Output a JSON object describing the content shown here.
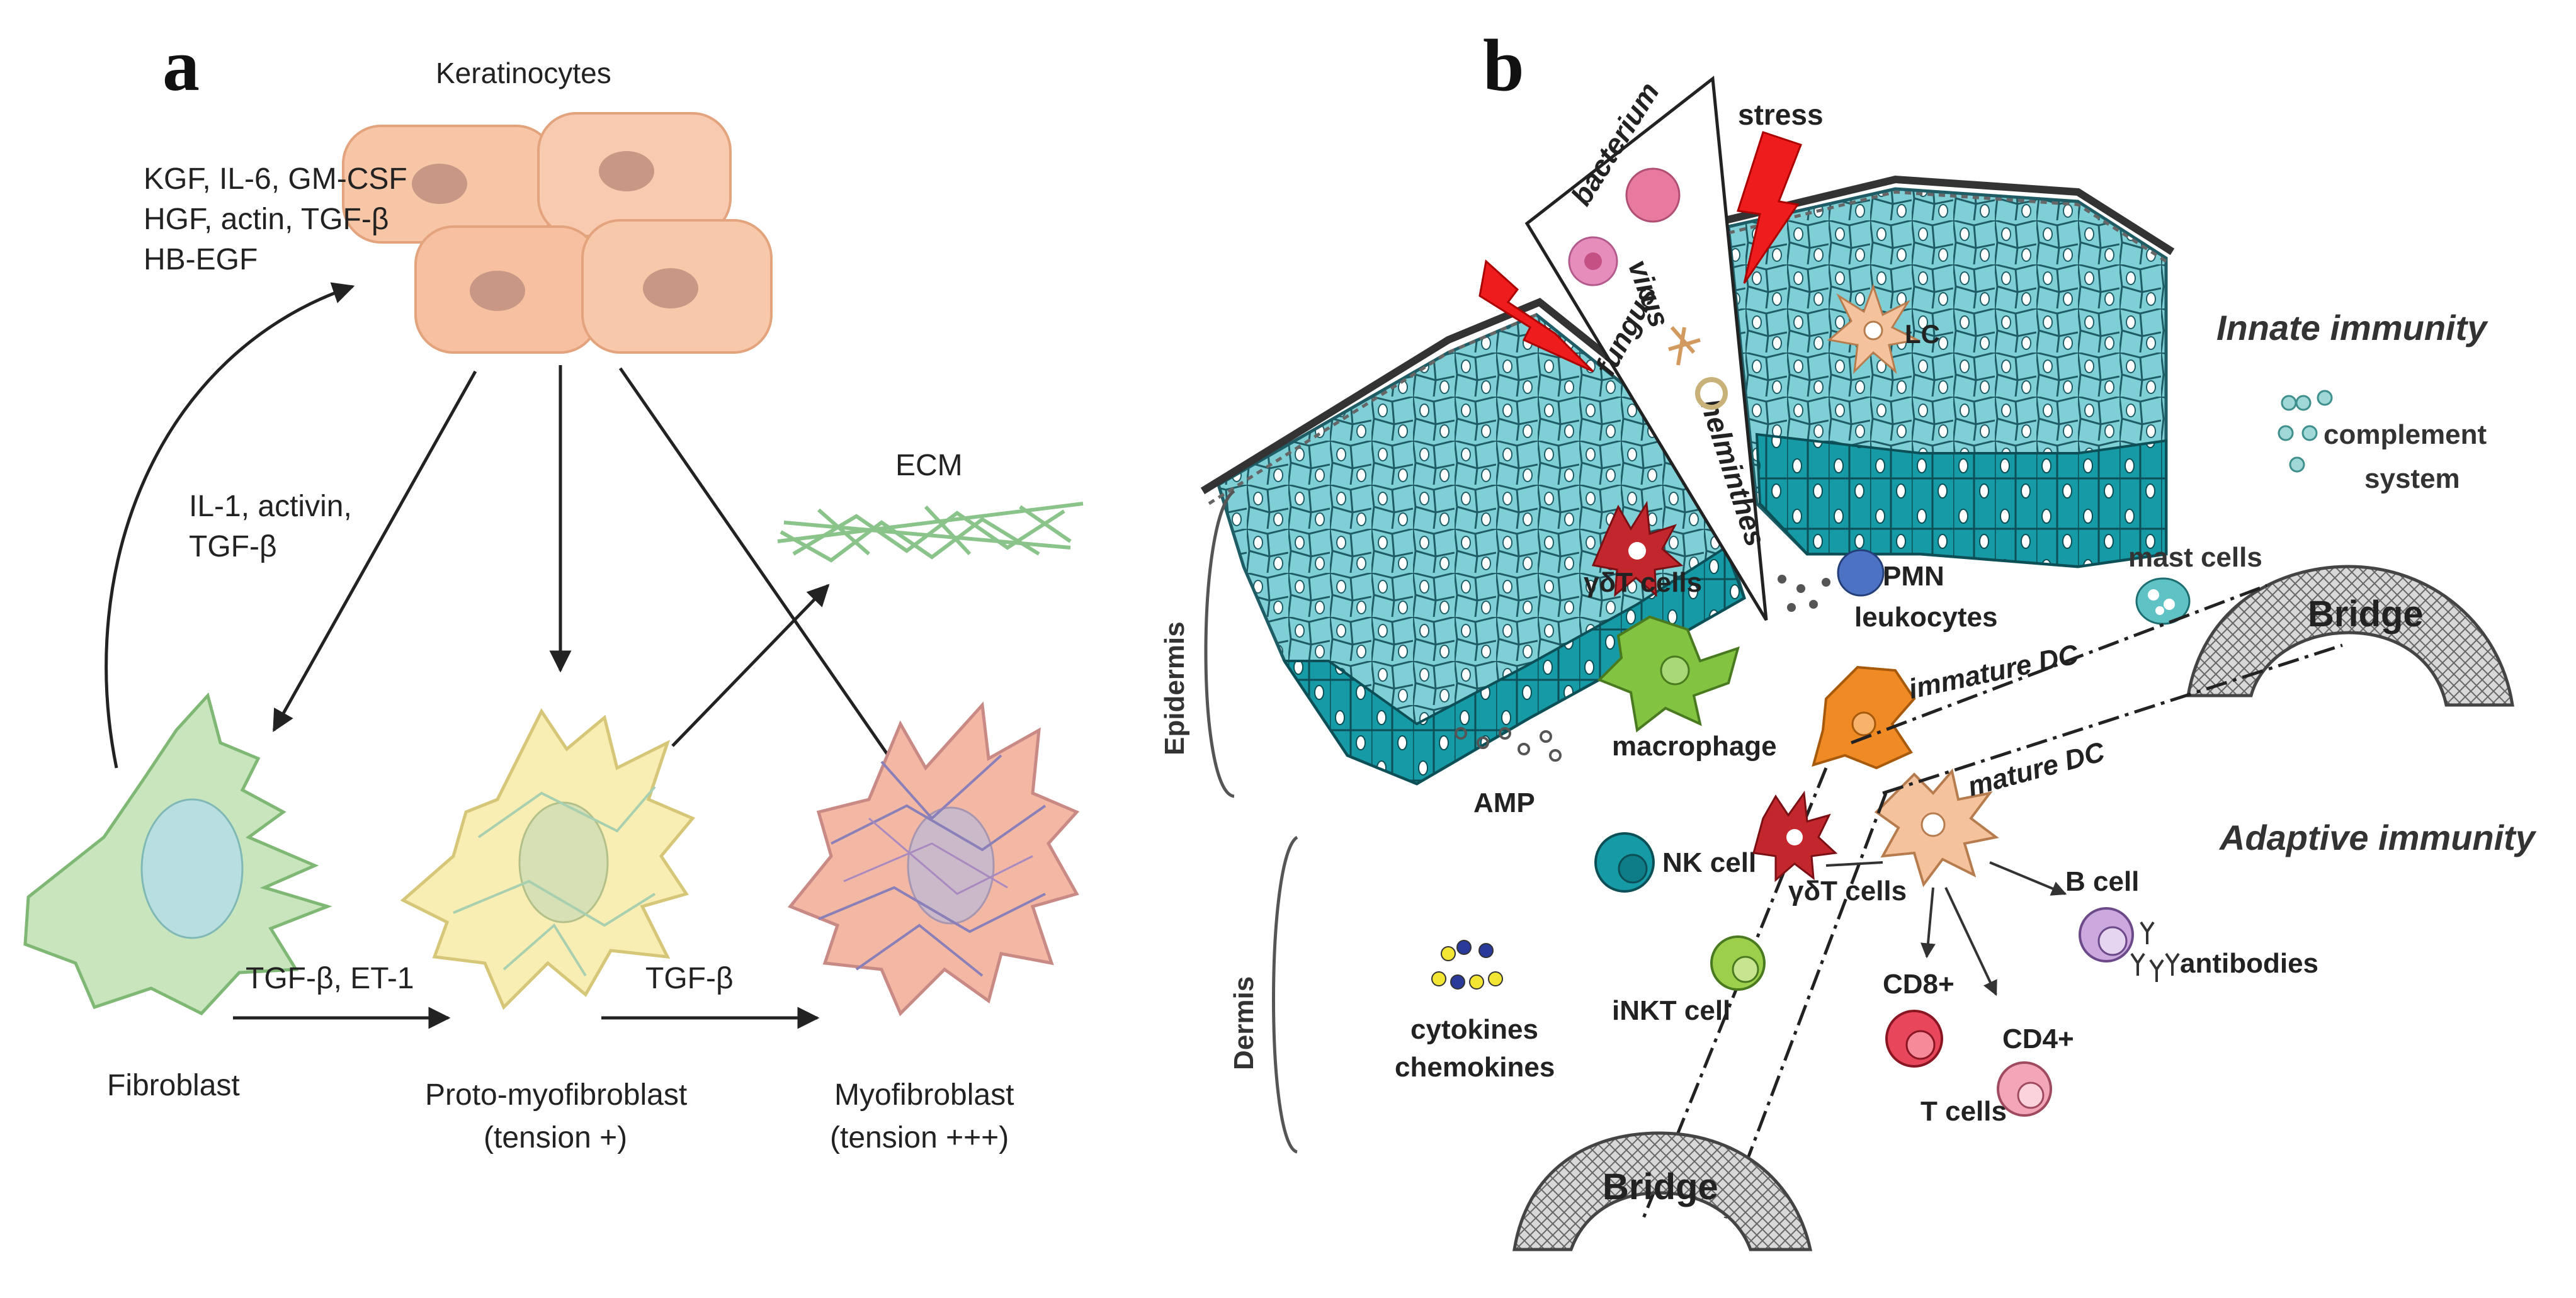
{
  "panel_a": {
    "letter": "a",
    "keratinocytes": "Keratinocytes",
    "kgf_lines": [
      "KGF, IL-6, GM-CSF",
      "HGF, actin, TGF-β",
      "HB-EGF"
    ],
    "il1_lines": [
      "IL-1, activin,",
      "TGF-β"
    ],
    "ecm": "ECM",
    "arrow1": "TGF-β, ET-1",
    "arrow2": "TGF-β",
    "fibroblast": "Fibroblast",
    "proto_lines": [
      "Proto-myofibroblast",
      "(tension +)"
    ],
    "myo_lines": [
      "Myofibroblast",
      "(tension +++)"
    ]
  },
  "panel_b": {
    "letter": "b",
    "stress": "stress",
    "bacterium": "bacterium",
    "virus": "virus",
    "fungus": "fungus",
    "helminthes": "helminthes",
    "lc": "LC",
    "innate": "Innate immunity",
    "complement_lines": [
      "complement",
      "system"
    ],
    "mast": "mast cells",
    "bridge_top": "Bridge",
    "gdt_top": "γδT cells",
    "pmn_lines": [
      "PMN",
      "leukocytes"
    ],
    "immature": "immature DC",
    "mature": "mature DC",
    "macrophage": "macrophage",
    "amp": "AMP",
    "epidermis": "Epidermis",
    "dermis": "Dermis",
    "adaptive": "Adaptive immunity",
    "nk": "NK cell",
    "gdt_bottom": "γδT cells",
    "bcell": "B cell",
    "antibodies": "antibodies",
    "cytokine_lines": [
      "cytokines",
      "chemokines"
    ],
    "inkt": "iNKT cell",
    "cd8": "CD8+",
    "cd4": "CD4+",
    "tcells": "T cells",
    "bridge_bottom": "Bridge"
  }
}
